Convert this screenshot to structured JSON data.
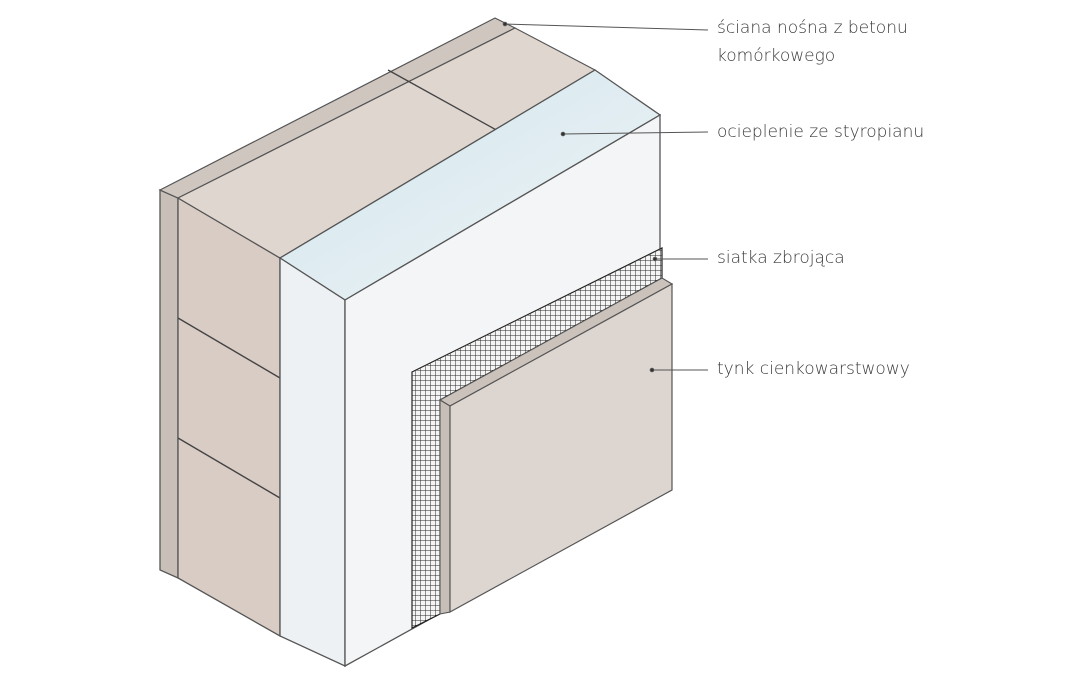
{
  "labels": {
    "wall": "ściana nośna z betonu\nkomórkowego",
    "insulation": "ocieplenie ze styropianu",
    "mesh": "siatka zbrojąca",
    "plaster": "tynk cienkowarstwowy"
  },
  "colors": {
    "block": "#dcd2cc",
    "block_side": "#cfc4bd",
    "insulation": "#f3f4f6",
    "insulation_tint": "#cfe6ee",
    "mesh": "#2a2a2a",
    "plaster": "#ddd5d0",
    "line": "#444444"
  }
}
